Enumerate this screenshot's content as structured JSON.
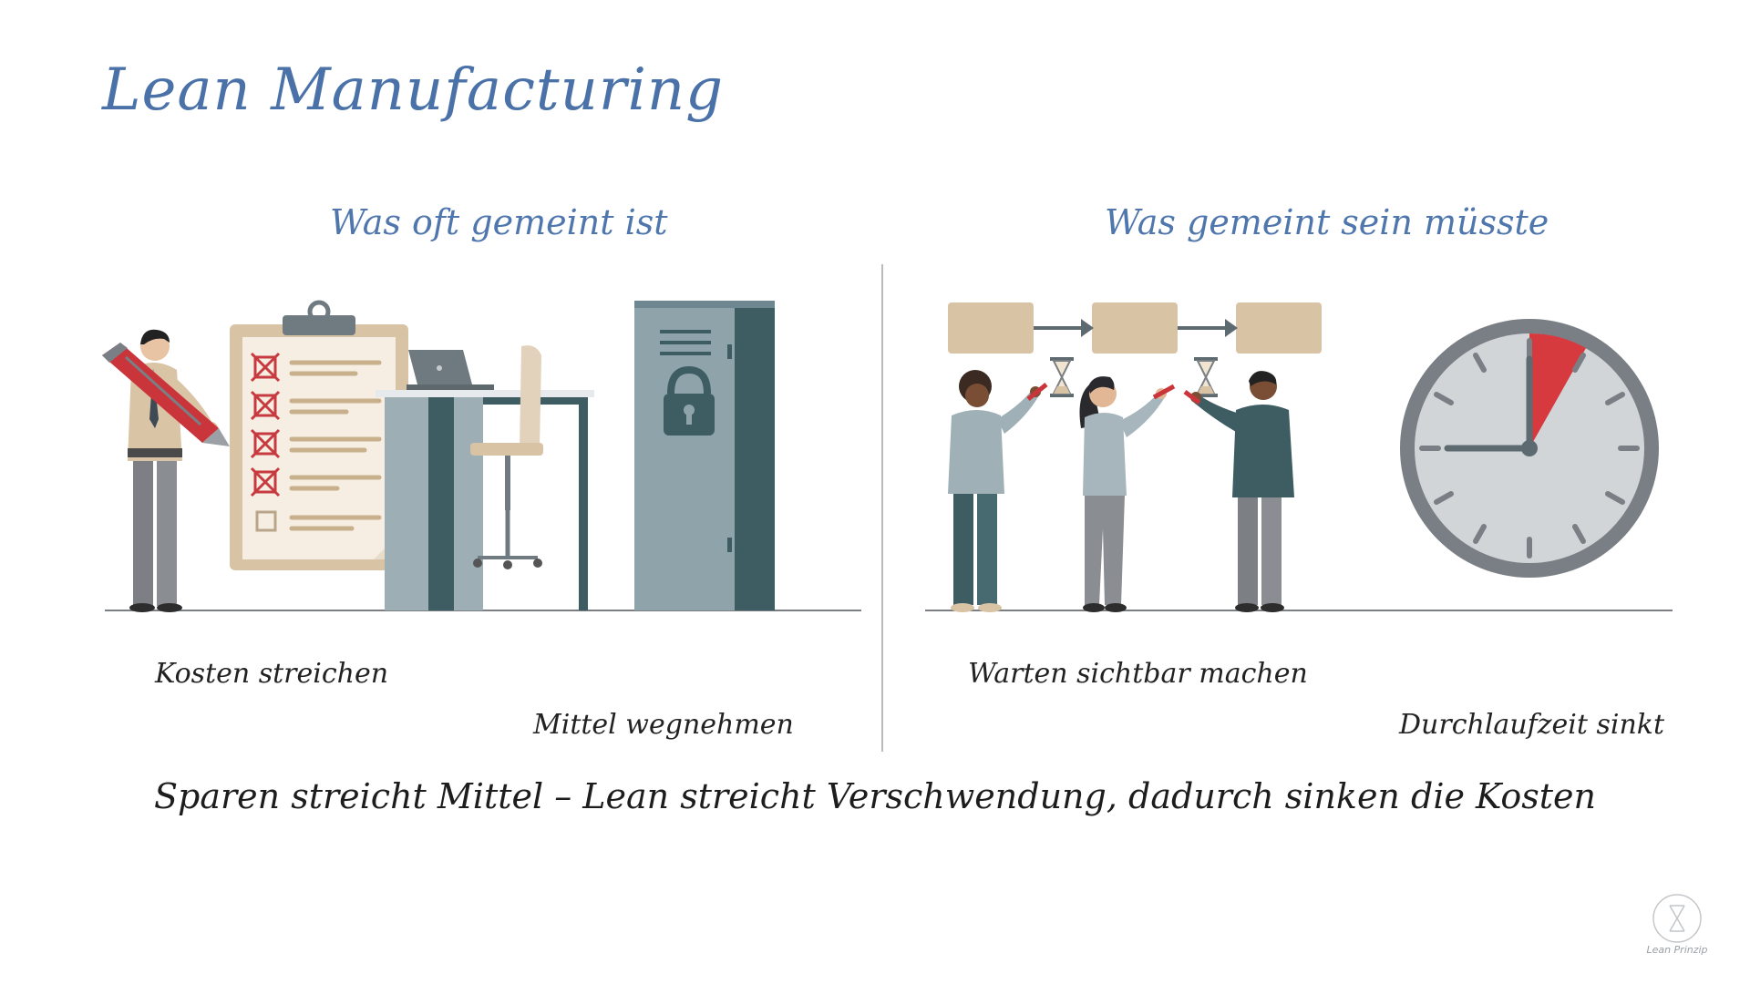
{
  "title": "Lean Manufacturing",
  "left": {
    "heading": "Was oft gemeint ist",
    "caption_1": "Kosten streichen",
    "caption_2": "Mittel wegnehmen"
  },
  "right": {
    "heading": "Was gemeint sein müsste",
    "caption_1": "Warten sichtbar machen",
    "caption_2": "Durchlaufzeit sinkt"
  },
  "summary": "Sparen streicht Mittel – Lean streicht Verschwendung, dadurch sinken die Kosten",
  "logo": {
    "text": "Lean Prinzip"
  },
  "colors": {
    "accent_blue": "#4a72a8",
    "accent_red": "#d63a3f",
    "slate": "#8fa3ab",
    "dark_teal": "#3f5f65",
    "beige": "#d8c3a5"
  }
}
